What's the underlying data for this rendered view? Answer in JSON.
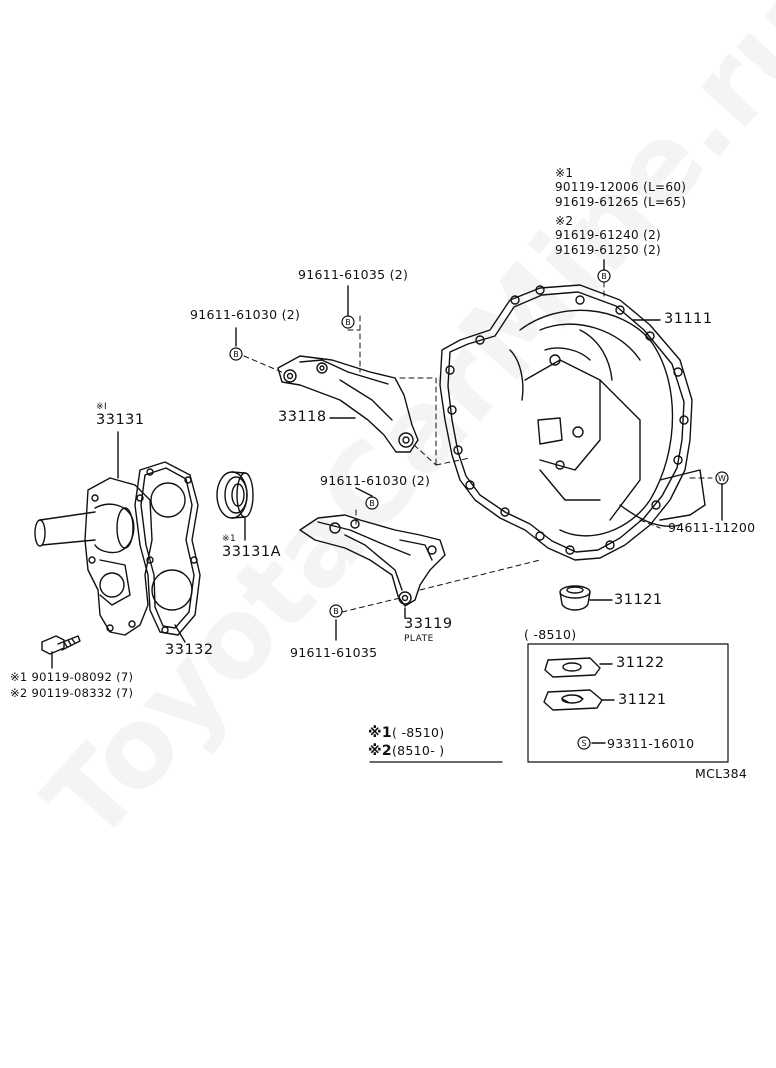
{
  "watermark": "ToyotaCarMine.ru",
  "diagram_code": "MCL384",
  "legend": {
    "n1_mark": "※1",
    "n1_range": "(        -8510)",
    "n2_mark": "※2",
    "n2_range": "(8510-        )"
  },
  "top_notes": {
    "mark1": "※1",
    "line1": "90119-12006 (L=60)",
    "line2": "91619-61265 (L=65)",
    "mark2": "※2",
    "line3": "91619-61240 (2)",
    "line4": "91619-61250 (2)"
  },
  "callouts": {
    "b_marker": "B",
    "w_marker": "W",
    "s_marker": "S"
  },
  "parts": {
    "p31111": "31111",
    "p33118": "33118",
    "p91611_61035_2": "91611-61035 (2)",
    "p91611_61030_2a": "91611-61030 (2)",
    "p91611_61030_2b": "91611-61030 (2)",
    "p94611": "94611-11200",
    "p33131_mark": "※I",
    "p33131": "33131",
    "p33131a_mark": "※1",
    "p33131a": "33131A",
    "p33132": "33132",
    "p33119": "33119",
    "p33119_sub": "PLATE",
    "p91611_61035": "91611-61035",
    "p31121_top": "31121",
    "bolt1": "※1 90119-08092 (7)",
    "bolt2": "※2 90119-08332 (7)",
    "box_range": "(        -8510)",
    "p31122": "31122",
    "p31121_box": "31121",
    "p93311": "93311-16010"
  }
}
